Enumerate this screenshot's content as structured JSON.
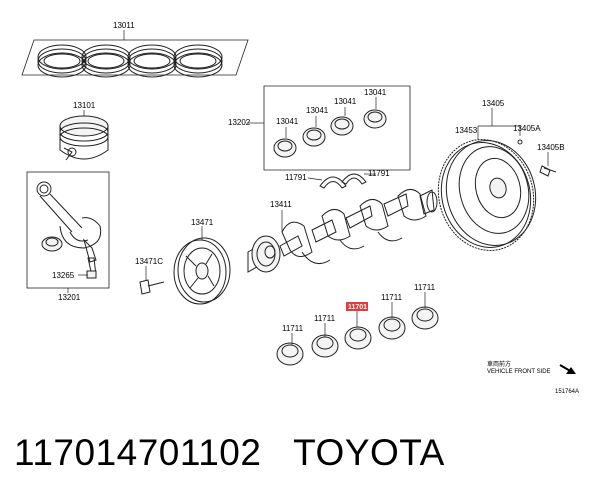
{
  "labels": {
    "l13011": "13011",
    "l13101": "13101",
    "l13202": "13202",
    "l13041a": "13041",
    "l13041b": "13041",
    "l13041c": "13041",
    "l13041d": "13041",
    "l13405": "13405",
    "l13453": "13453",
    "l13405A": "13405A",
    "l13405B": "13405B",
    "l11791a": "11791",
    "l11791b": "11791",
    "l13411": "13411",
    "l13471": "13471",
    "l13471C": "13471C",
    "l13265": "13265",
    "l13201": "13201",
    "l11711a": "11711",
    "l11711b": "11711",
    "l11711c": "11711",
    "l11711d": "11711",
    "l11701": "11701"
  },
  "direction": {
    "jp": "車両前方",
    "en": "VEHICLE FRONT SIDE"
  },
  "ref_code": "151764A",
  "caption": "117014701102   TOYOTA",
  "colors": {
    "highlight": "#e53a3a"
  }
}
